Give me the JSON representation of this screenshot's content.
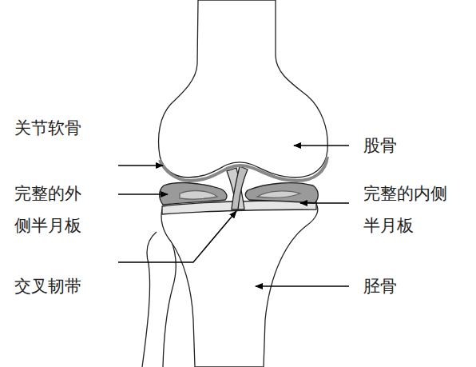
{
  "diagram": {
    "labels": [
      "关节软骨",
      "完整的外 侧半月板",
      "交叉韧带",
      "股骨",
      "完整的内侧 半月板",
      "胫骨"
    ]
  }
}
